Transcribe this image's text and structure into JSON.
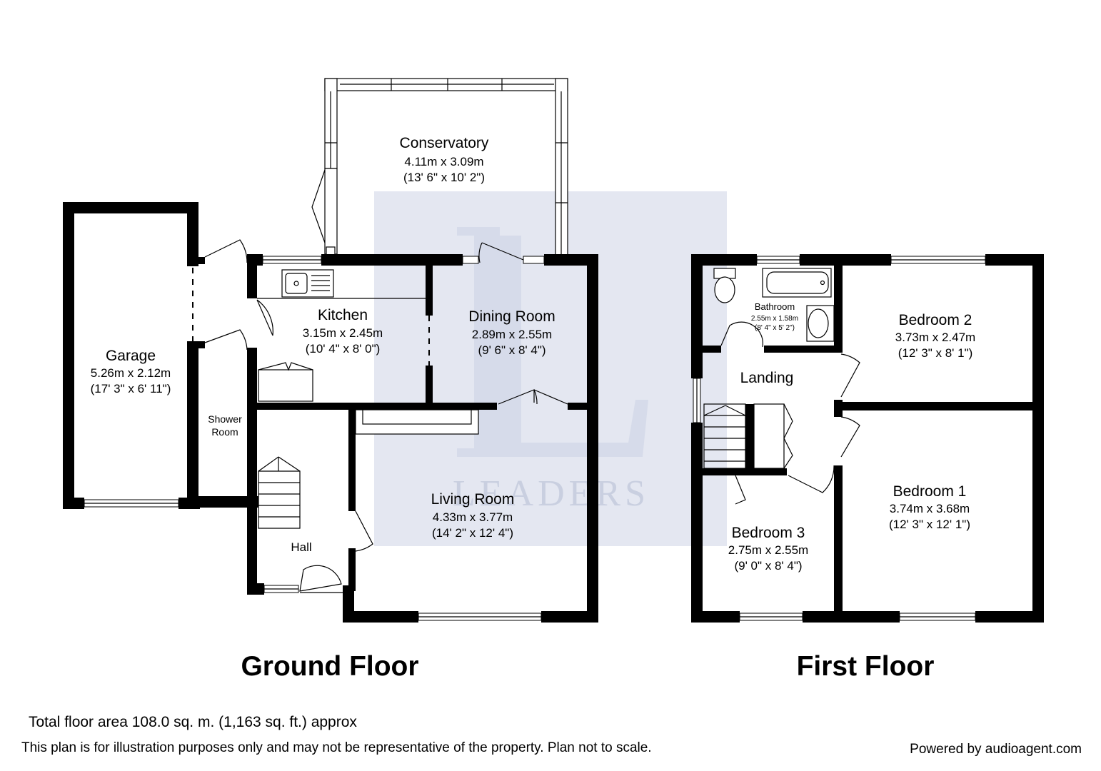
{
  "watermark": {
    "brand": "LEADERS",
    "color": "#e4e7f1"
  },
  "rooms": {
    "conservatory": {
      "name": "Conservatory",
      "metric": "4.11m x 3.09m",
      "imperial": "(13' 6\" x 10' 2\")"
    },
    "kitchen": {
      "name": "Kitchen",
      "metric": "3.15m x 2.45m",
      "imperial": "(10' 4\" x 8' 0\")"
    },
    "dining_room": {
      "name": "Dining Room",
      "metric": "2.89m x 2.55m",
      "imperial": "(9' 6\" x 8' 4\")"
    },
    "garage": {
      "name": "Garage",
      "metric": "5.26m x 2.12m",
      "imperial": "(17' 3\" x 6' 11\")"
    },
    "shower_room": {
      "line1": "Shower",
      "line2": "Room"
    },
    "living_room": {
      "name": "Living Room",
      "metric": "4.33m x 3.77m",
      "imperial": "(14' 2\" x 12' 4\")"
    },
    "hall": {
      "name": "Hall"
    },
    "bathroom": {
      "name": "Bathroom",
      "metric": "2.55m x 1.58m",
      "imperial": "(8' 4\" x 5' 2\")"
    },
    "bedroom_2": {
      "name": "Bedroom 2",
      "metric": "3.73m x 2.47m",
      "imperial": "(12' 3\" x 8' 1\")"
    },
    "landing": {
      "name": "Landing"
    },
    "bedroom_1": {
      "name": "Bedroom 1",
      "metric": "3.74m x 3.68m",
      "imperial": "(12' 3\" x 12' 1\")"
    },
    "bedroom_3": {
      "name": "Bedroom 3",
      "metric": "2.75m x 2.55m",
      "imperial": "(9' 0\" x 8' 4\")"
    }
  },
  "floors": {
    "ground": "Ground Floor",
    "first": "First Floor"
  },
  "footer": {
    "total_area": "Total floor area 108.0 sq. m. (1,163 sq. ft.) approx",
    "disclaimer": "This plan is for illustration purposes only and may not be representative of the property. Plan not to scale.",
    "powered_by": "Powered by audioagent.com"
  }
}
